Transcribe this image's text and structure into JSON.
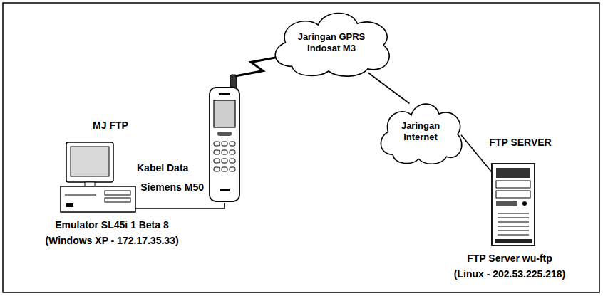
{
  "diagram": {
    "nodes": [
      {
        "text": [
          "MJ FTP",
          "Emulator SL45i 1 Beta 8",
          "(Windows XP - 172.17.35.33)"
        ]
      },
      {
        "text": [
          "Siemens M50"
        ]
      },
      {
        "text": [
          "Jaringan GPRS Indosat M3"
        ]
      },
      {
        "text": [
          "Jaringan Internet"
        ]
      },
      {
        "text": [
          "FTP SERVER",
          "FTP Server wu-ftp",
          "(Linux - 202.53.225.218)"
        ]
      }
    ],
    "edges": [
      {
        "from": 0,
        "to": 1,
        "arrow": "none",
        "label": "Kabel Data"
      },
      {
        "from": 1,
        "to": 2,
        "arrow": "none"
      },
      {
        "from": 2,
        "to": 3,
        "arrow": "none"
      },
      {
        "from": 3,
        "to": 4,
        "arrow": "none"
      }
    ]
  }
}
